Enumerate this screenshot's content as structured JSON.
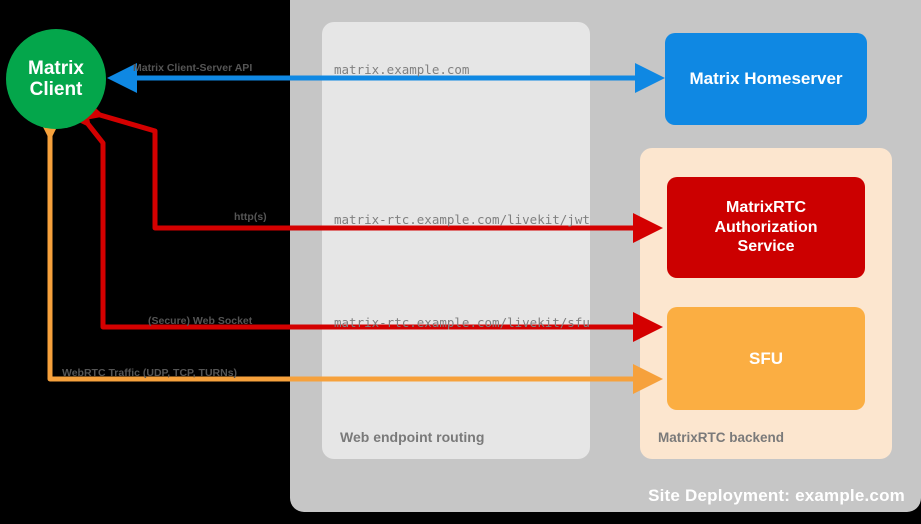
{
  "site": {
    "label": "Site Deployment: example.com",
    "bg": "#c6c6c6"
  },
  "panels": {
    "web_endpoint_routing": {
      "label": "Web endpoint routing",
      "bg": "#e6e6e6"
    },
    "matrixrtc_backend": {
      "label": "MatrixRTC backend",
      "bg": "#fce6cf"
    }
  },
  "nodes": {
    "client": {
      "line1": "Matrix",
      "line2": "Client",
      "color": "#04a64b"
    },
    "homeserver": {
      "label": "Matrix Homeserver",
      "color": "#0f88e3"
    },
    "authorization": {
      "line1": "MatrixRTC",
      "line2": "Authorization",
      "line3": "Service",
      "color": "#cc0000"
    },
    "sfu": {
      "label": "SFU",
      "color": "#fbae42"
    }
  },
  "edges": [
    {
      "id": "cs-api",
      "protocol": "Matrix Client-Server API",
      "url": "matrix.example.com",
      "color": "#0f88e3",
      "direction": "bidirectional",
      "from": "client",
      "to": "homeserver"
    },
    {
      "id": "livekit-jwt",
      "protocol": "http(s)",
      "url": "matrix-rtc.example.com/livekit/jwt",
      "color": "#cc0000",
      "direction": "bidirectional",
      "from": "client",
      "to": "authorization"
    },
    {
      "id": "livekit-sfu",
      "protocol": "(Secure) Web Socket",
      "url": "matrix-rtc.example.com/livekit/sfu",
      "color": "#cc0000",
      "direction": "bidirectional",
      "from": "client",
      "to": "sfu"
    },
    {
      "id": "webrtc",
      "protocol": "WebRTC Traffic (UDP, TCP, TURNs)",
      "url": "",
      "color": "#f6a13c",
      "direction": "bidirectional",
      "from": "client",
      "to": "sfu"
    }
  ]
}
